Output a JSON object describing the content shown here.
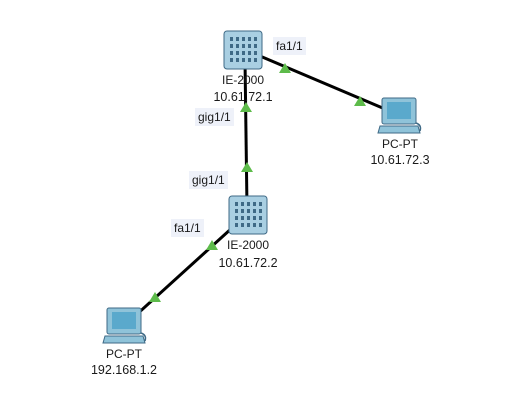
{
  "colors": {
    "link": "#000000",
    "link_up_marker": "#5dbb4a",
    "switch_body": "#a9cfe2",
    "switch_dark": "#3f6a86",
    "pc_body": "#8fc3d9",
    "pc_screen": "#5aa9cc"
  },
  "devices": [
    {
      "id": "sw1",
      "type": "switch",
      "icon": "industrial-switch-icon",
      "name": "IE-2000",
      "ip": "10.61.72.1"
    },
    {
      "id": "sw2",
      "type": "switch",
      "icon": "industrial-switch-icon",
      "name": "IE-2000",
      "ip": "10.61.72.2"
    },
    {
      "id": "pc1",
      "type": "pc",
      "icon": "desktop-pc-icon",
      "name": "PC-PT",
      "ip": "10.61.72.3"
    },
    {
      "id": "pc2",
      "type": "pc",
      "icon": "desktop-pc-icon",
      "name": "PC-PT",
      "ip": "192.168.1.2"
    }
  ],
  "links": [
    {
      "from": "sw1",
      "to": "pc1",
      "port_label": "fa1/1"
    },
    {
      "from": "sw1",
      "to": "sw2",
      "port_label_from": "gig1/1",
      "port_label_to": "gig1/1"
    },
    {
      "from": "sw2",
      "to": "pc2",
      "port_label": "fa1/1"
    }
  ]
}
